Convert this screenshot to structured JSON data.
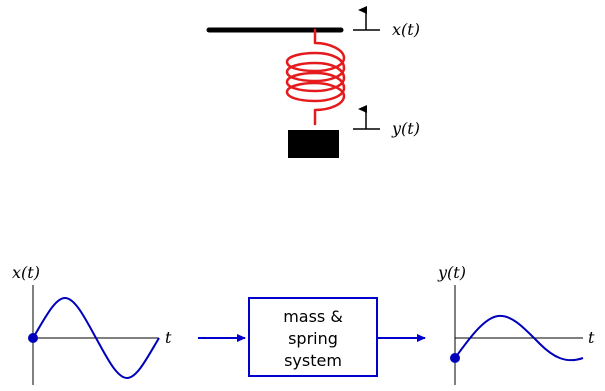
{
  "mass_spring_figure": {
    "top_label": "x(t)",
    "bottom_label": "y(t)",
    "spring_color": "#e41a1c",
    "bar_color": "#000000",
    "mass_color": "#000000"
  },
  "block_diagram": {
    "input_plot": {
      "y_axis_label": "x(t)",
      "x_axis_label": "t"
    },
    "system_box": {
      "line1": "mass &",
      "line2": "spring",
      "line3": "system"
    },
    "output_plot": {
      "y_axis_label": "y(t)",
      "x_axis_label": "t"
    },
    "colors": {
      "curve": "#0000bb",
      "arrow": "#0000cc",
      "box_border": "#0000cc",
      "axes": "#000000"
    }
  }
}
